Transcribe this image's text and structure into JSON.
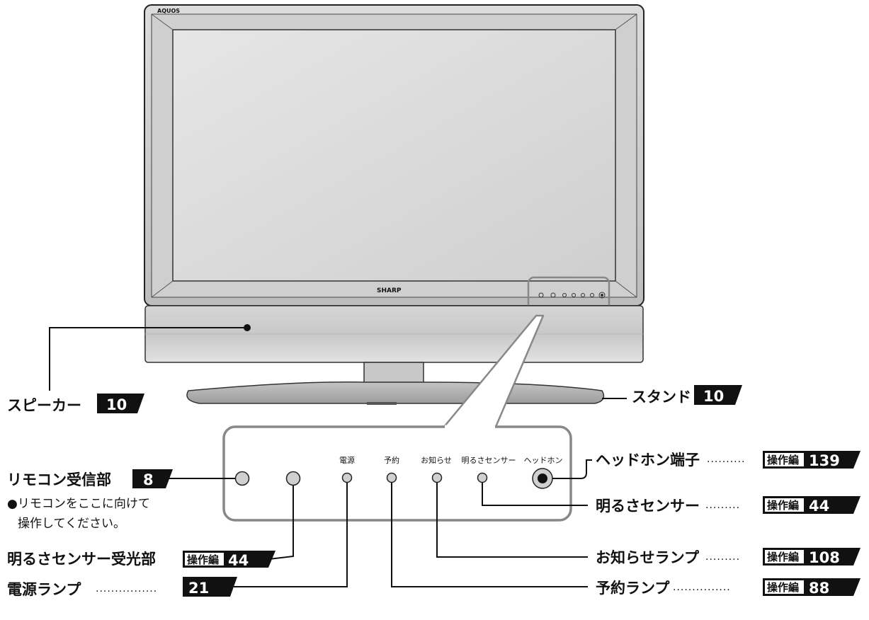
{
  "tv": {
    "logo": "AQUOS",
    "brand": "SHARP"
  },
  "panel_labels": {
    "power": "電源",
    "timer": "予約",
    "notice": "お知らせ",
    "bright": "明るさセンサー",
    "headphone": "ヘッドホン"
  },
  "callouts": {
    "speaker": {
      "label": "スピーカー",
      "page": "10"
    },
    "stand": {
      "label": "スタンド",
      "page": "10"
    },
    "remote": {
      "label": "リモコン受信部",
      "page": "8",
      "note1": "●リモコンをここに向けて",
      "note2": "操作してください。"
    },
    "bright_receiver": {
      "label": "明るさセンサー受光部",
      "tag": "操作編",
      "page": "44"
    },
    "power_lamp": {
      "label": "電源ランプ",
      "dots": "················",
      "page": "21"
    },
    "headphone_jack": {
      "label": "ヘッドホン端子",
      "dots": "··········",
      "tag": "操作編",
      "page": "139"
    },
    "bright_sensor": {
      "label": "明るさセンサー",
      "dots": "·········",
      "tag": "操作編",
      "page": "44"
    },
    "notice_lamp": {
      "label": "お知らせランプ",
      "dots": "·········",
      "tag": "操作編",
      "page": "108"
    },
    "timer_lamp": {
      "label": "予約ランプ",
      "dots": "···············",
      "tag": "操作編",
      "page": "88"
    }
  }
}
